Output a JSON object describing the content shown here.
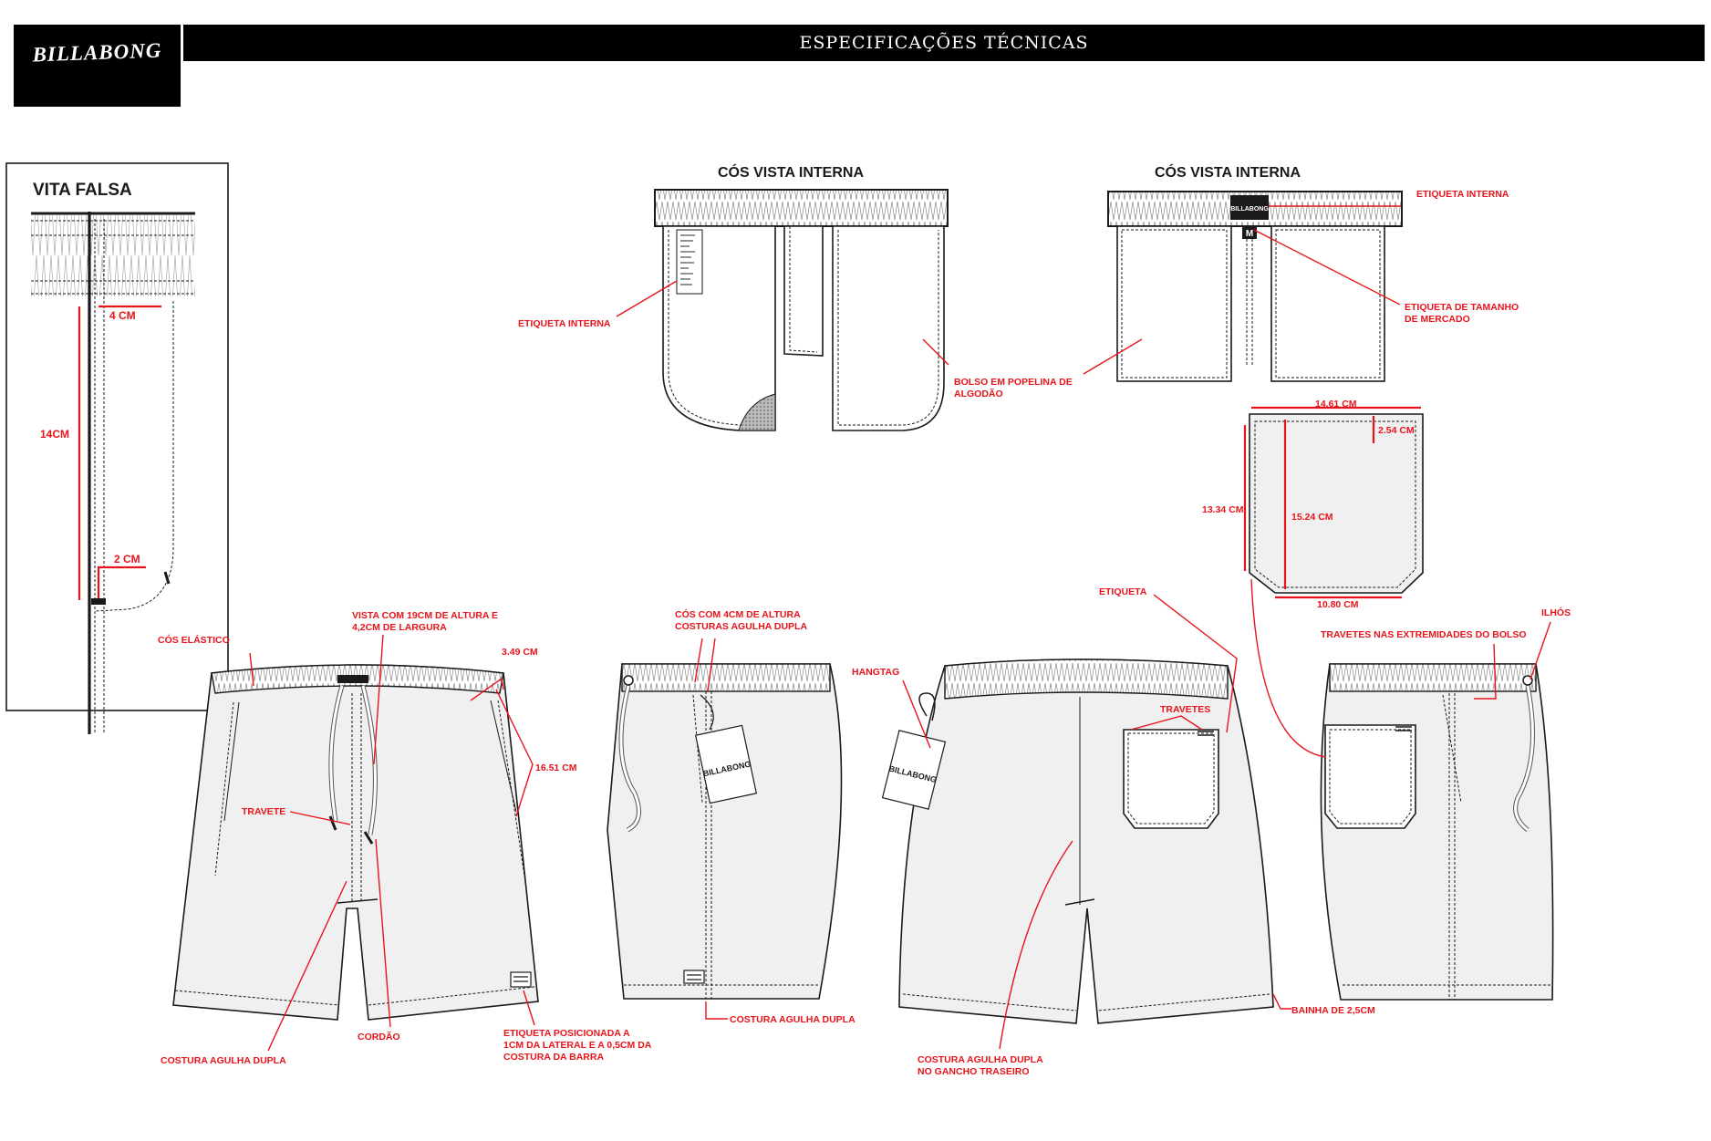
{
  "header": {
    "brand": "BILLABONG",
    "title": "ESPECIFICAÇÕES TÉCNICAS"
  },
  "views": {
    "vita_falsa": "VITA FALSA",
    "cos_interna_1": "CÓS VISTA INTERNA",
    "cos_interna_2": "CÓS VISTA INTERNA"
  },
  "measurements": {
    "vita_width": "4 CM",
    "vita_height": "14CM",
    "vita_curve": "2 CM",
    "pocket_top": "14.61 CM",
    "pocket_flap": "2.54 CM",
    "pocket_side": "13.34 CM",
    "pocket_height": "15.24 CM",
    "pocket_bottom": "10.80 CM",
    "front_pocket_open": "3.49 CM",
    "front_pocket_len": "16.51 CM"
  },
  "annotations": {
    "etiqueta_interna_left": "ETIQUETA INTERNA",
    "bolso_popelina_1": "BOLSO EM POPELINA DE",
    "bolso_popelina_2": "ALGODÃO",
    "etiqueta_interna_right": "ETIQUETA INTERNA",
    "etiqueta_tamanho_1": "ETIQUETA DE TAMANHO",
    "etiqueta_tamanho_2": "DE MERCADO",
    "size_tag": "M",
    "cos_elastico": "CÓS ELÁSTICO",
    "vista_1": "VISTA COM 19CM DE ALTURA E",
    "vista_2": "4,2CM DE LARGURA",
    "travete": "TRAVETE",
    "cordao": "CORDÃO",
    "costura_agulha_dupla_front": "COSTURA AGULHA DUPLA",
    "etiqueta_posicionada_1": "ETIQUETA POSICIONADA A",
    "etiqueta_posicionada_2": "1CM DA LATERAL E A 0,5CM DA",
    "etiqueta_posicionada_3": "COSTURA DA BARRA",
    "cos_4cm_1": "CÓS COM 4CM DE ALTURA",
    "cos_4cm_2": "COSTURAS AGULHA DUPLA",
    "costura_agulha_dupla_side": "COSTURA AGULHA DUPLA",
    "hangtag": "HANGTAG",
    "travetes": "TRAVETES",
    "etiqueta": "ETIQUETA",
    "costura_gancho_1": "COSTURA AGULHA DUPLA",
    "costura_gancho_2": "NO GANCHO TRASEIRO",
    "bainha": "BAINHA DE 2,5CM",
    "travetes_bolso": "TRAVETES NAS EXTREMIDADES DO BOLSO",
    "ilhos": "ILHÓS"
  },
  "colors": {
    "annotation": "#e8141b",
    "outline": "#1a1a1a",
    "fabric": "#f0f0f0"
  }
}
